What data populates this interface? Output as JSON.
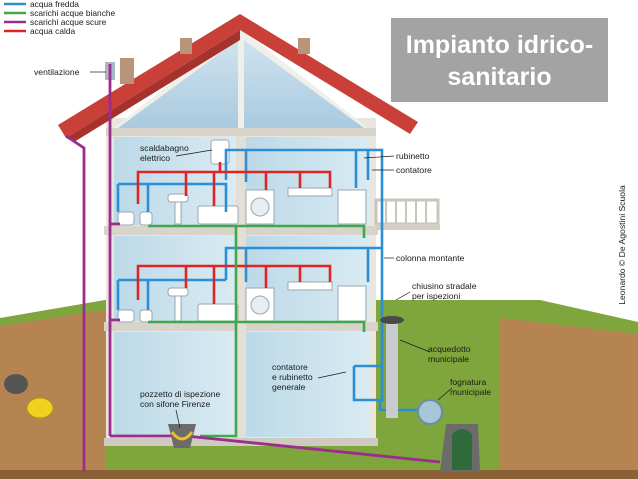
{
  "title": {
    "line1": "Impianto idrico-",
    "line2": "sanitario"
  },
  "credit": "Leonardo © De Agostini Scuola",
  "legend": [
    {
      "label": "acqua fredda",
      "color": "#2b8fd6"
    },
    {
      "label": "scarichi acque bianche",
      "color": "#3fa84a"
    },
    {
      "label": "scarichi acque scure",
      "color": "#9b2d8e"
    },
    {
      "label": "acqua calda",
      "color": "#e02424"
    }
  ],
  "labels": {
    "ventilazione": "ventilazione",
    "scaldabagno": [
      "scaldabagno",
      "elettrico"
    ],
    "rubinetto": "rubinetto",
    "contatore": "contatore",
    "colonna_montante": "colonna montante",
    "chiusino": [
      "chiusino stradale",
      "per ispezioni"
    ],
    "acquedotto": [
      "acquedotto",
      "municipale"
    ],
    "fognatura": [
      "fognatura",
      "municipale"
    ],
    "contatore_rubinetto": [
      "contatore",
      "e rubinetto",
      "generale"
    ],
    "pozzetto": [
      "pozzetto di ispezione",
      "con sifone Firenze"
    ]
  }
}
